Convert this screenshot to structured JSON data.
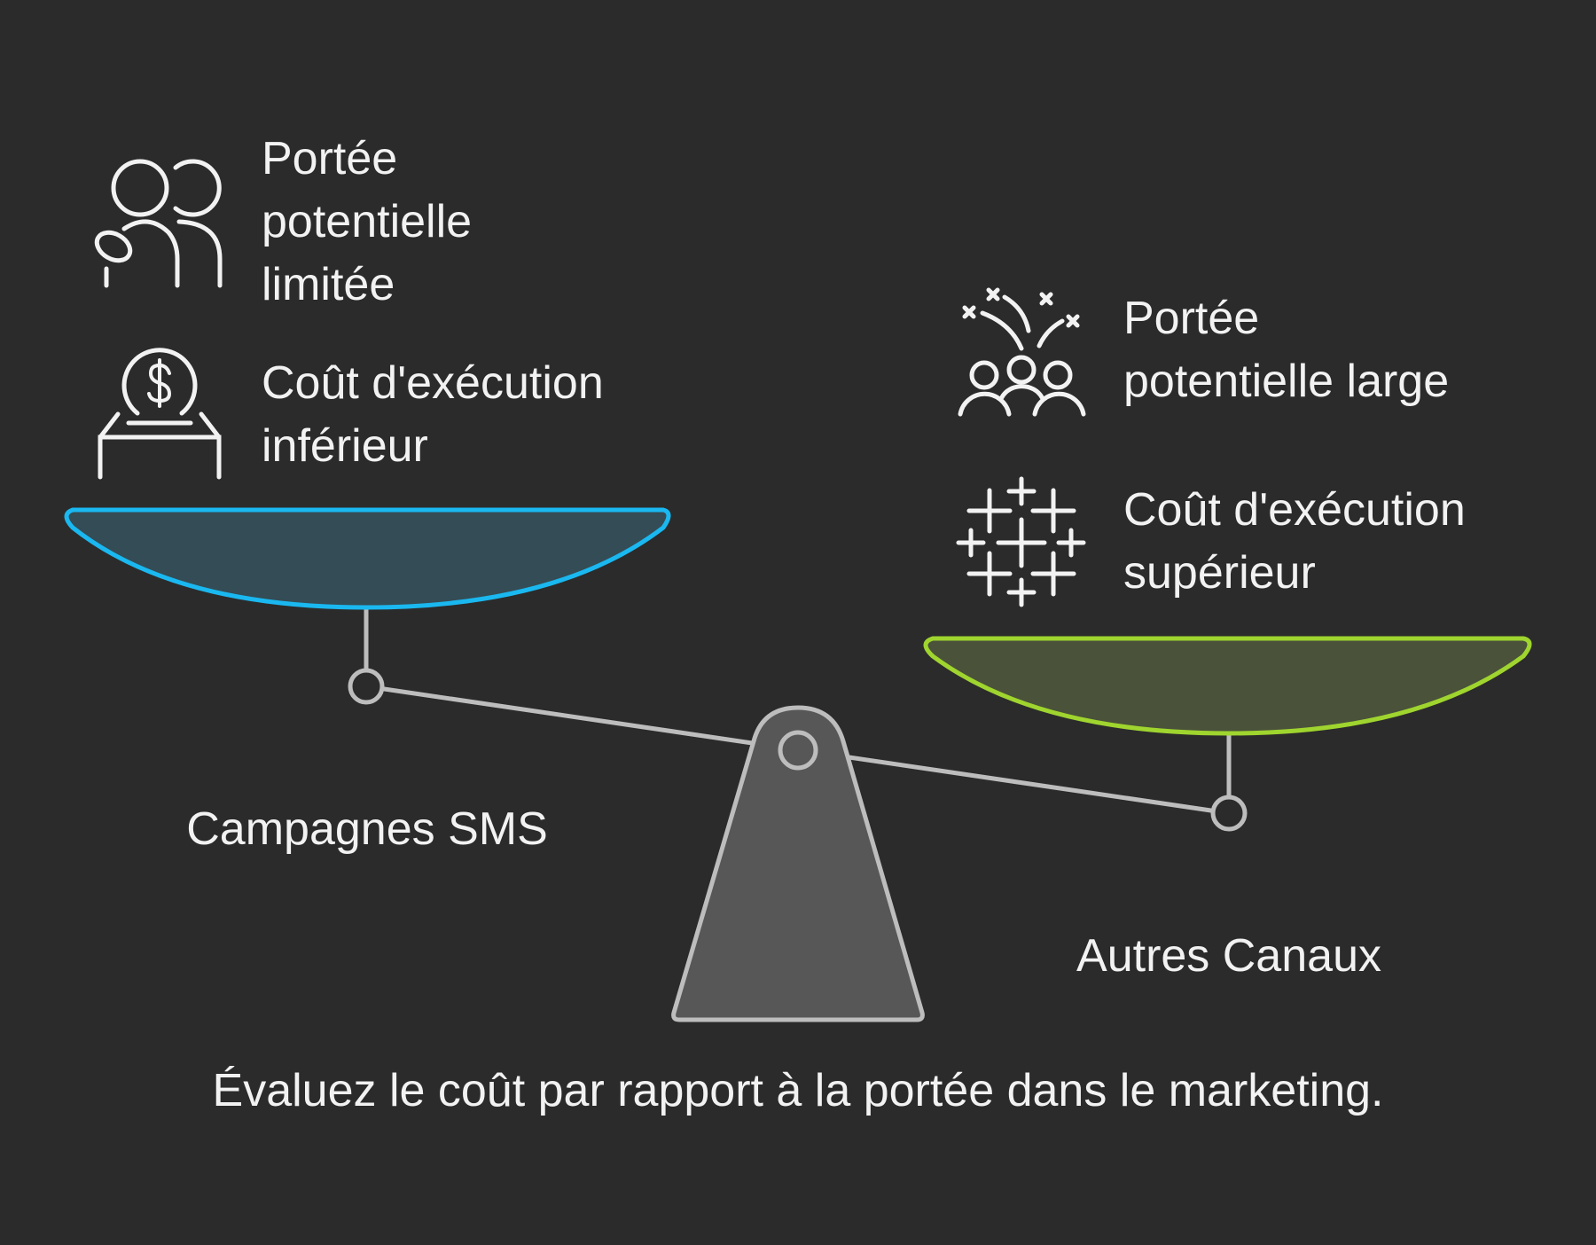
{
  "left": {
    "label": "Campagnes SMS",
    "items": [
      {
        "icon": "limited-reach-people-icon",
        "lines": [
          "Portée",
          "potentielle",
          "limitée"
        ]
      },
      {
        "icon": "coin-deposit-icon",
        "lines": [
          "Coût d'exécution",
          "inférieur"
        ]
      }
    ]
  },
  "right": {
    "label": "Autres Canaux",
    "items": [
      {
        "icon": "crowd-fireworks-icon",
        "lines": [
          "Portée",
          "potentielle large"
        ]
      },
      {
        "icon": "sparkle-plus-icon",
        "lines": [
          "Coût d'exécution",
          "supérieur"
        ]
      }
    ]
  },
  "caption": "Évaluez le coût par rapport à la portée dans le marketing.",
  "colors": {
    "background": "#2b2b2b",
    "left_pan": "#1ab8f0",
    "right_pan": "#9fd52e",
    "fulcrum": "#575757"
  }
}
